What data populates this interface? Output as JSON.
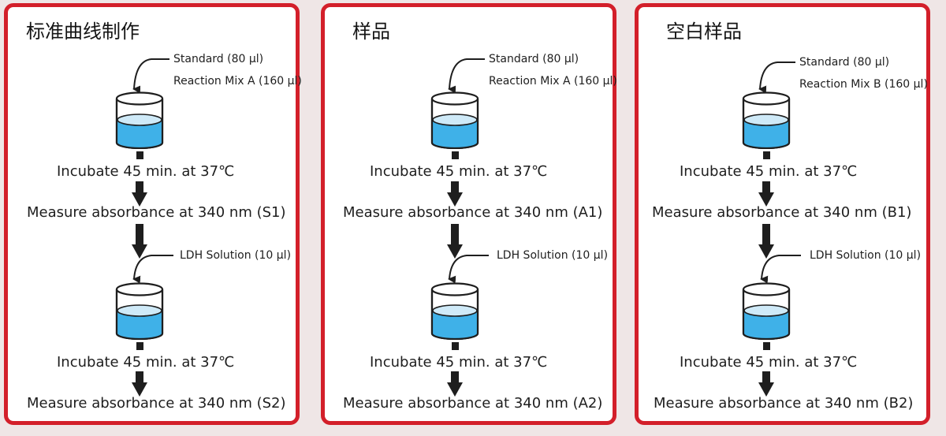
{
  "panels": [
    {
      "title": "标准曲线制作",
      "reagent1": "Standard (80 µl)",
      "reagent2": "Reaction Mix A (160 µl)",
      "incubate1": "Incubate 45 min. at 37℃",
      "measure1": "Measure absorbance at 340 nm (S1)",
      "ldh": "LDH Solution (10 µl)",
      "incubate2": "Incubate 45 min. at 37℃",
      "measure2": "Measure absorbance at 340 nm (S2)"
    },
    {
      "title": "样品",
      "reagent1": "Standard (80 µl)",
      "reagent2": "Reaction Mix A (160 µl)",
      "incubate1": "Incubate 45 min. at 37℃",
      "measure1": "Measure absorbance at 340 nm (A1)",
      "ldh": "LDH Solution (10 µl)",
      "incubate2": "Incubate 45 min. at 37℃",
      "measure2": "Measure absorbance at 340 nm (A2)"
    },
    {
      "title": "空白样品",
      "reagent1": "Standard (80 µl)",
      "reagent2": "Reaction Mix B (160 µl)",
      "incubate1": "Incubate 45 min. at 37℃",
      "measure1": "Measure absorbance at 340 nm (B1)",
      "ldh": "LDH Solution (10 µl)",
      "incubate2": "Incubate 45 min. at 37℃",
      "measure2": "Measure absorbance at 340 nm (B2)"
    }
  ],
  "colors": {
    "panel_border": "#d31f2a",
    "liquid_dark": "#3fb1e8",
    "liquid_light": "#cfeaf8",
    "arrow": "#1e1e1e"
  },
  "icons": {
    "vessel": "beaker-icon",
    "step": "down-arrow-icon",
    "pour": "curved-arrow-icon"
  }
}
